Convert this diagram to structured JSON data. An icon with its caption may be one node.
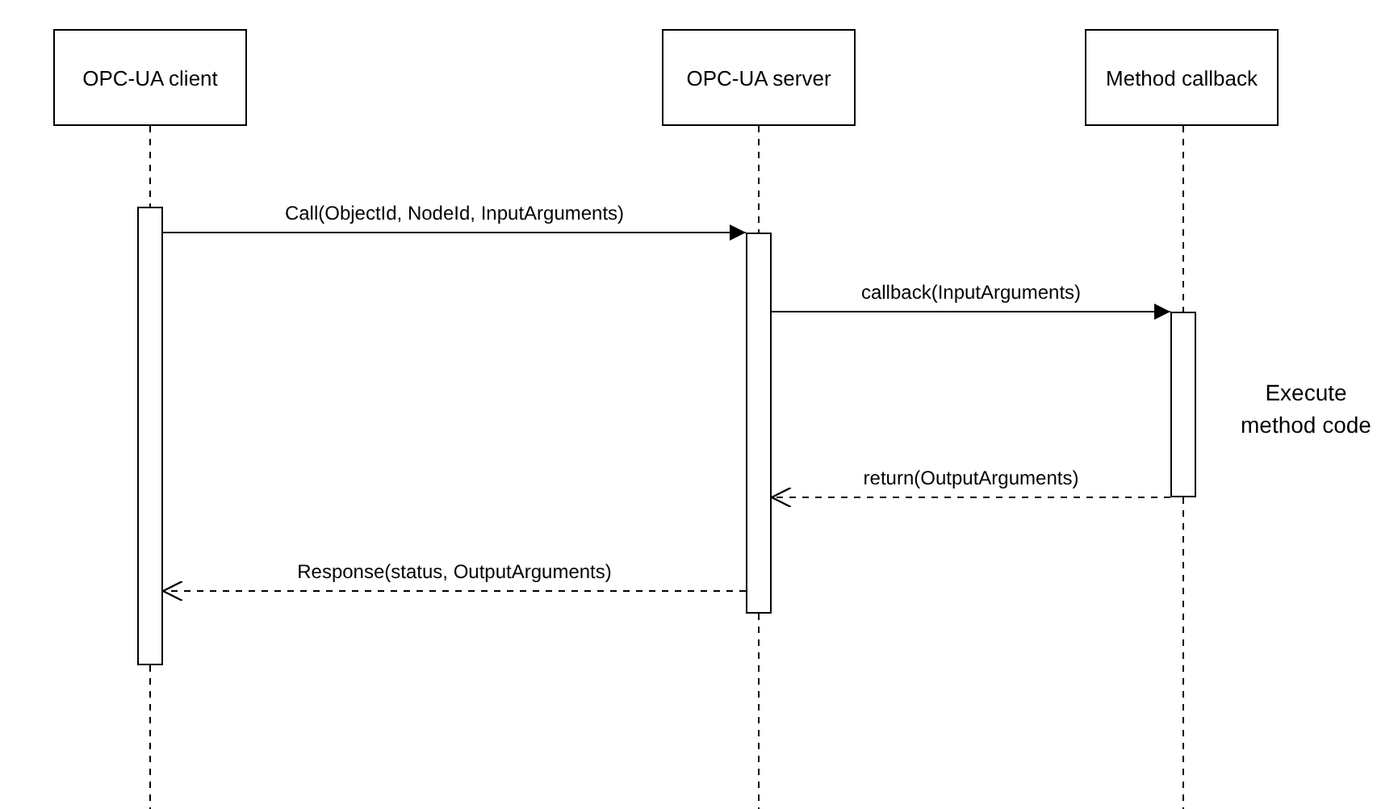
{
  "diagram": {
    "nodes": [
      {
        "text": [
          "OPC-UA client"
        ]
      },
      {
        "text": [
          "OPC-UA server"
        ]
      },
      {
        "text": [
          "Method callback"
        ]
      },
      {
        "text": [],
        "shape": "bar"
      },
      {
        "text": [],
        "shape": "bar"
      },
      {
        "text": [],
        "shape": "bar",
        "beside": [
          "Execute method code"
        ]
      }
    ],
    "edges": [
      {
        "from": 0,
        "to": 3,
        "arrow": "none",
        "style": "dashed"
      },
      {
        "from": 3,
        "to": null,
        "arrow": "none",
        "style": "dashed"
      },
      {
        "from": 1,
        "to": 4,
        "arrow": "none",
        "style": "dashed"
      },
      {
        "from": 4,
        "to": null,
        "arrow": "none",
        "style": "dashed"
      },
      {
        "from": 2,
        "to": 5,
        "arrow": "none",
        "style": "dashed"
      },
      {
        "from": 5,
        "to": null,
        "arrow": "none",
        "style": "dashed"
      },
      {
        "from": 3,
        "to": 4,
        "arrow": "to",
        "label": "Call(ObjectId, NodeId, InputArguments)"
      },
      {
        "from": 4,
        "to": 5,
        "arrow": "to",
        "label": "callback(InputArguments)"
      },
      {
        "from": 5,
        "to": 4,
        "arrow": "to",
        "style": "dashed",
        "label": "return(OutputArguments)"
      },
      {
        "from": 4,
        "to": 3,
        "arrow": "to",
        "style": "dashed",
        "label": "Response(status, OutputArguments)"
      }
    ]
  }
}
